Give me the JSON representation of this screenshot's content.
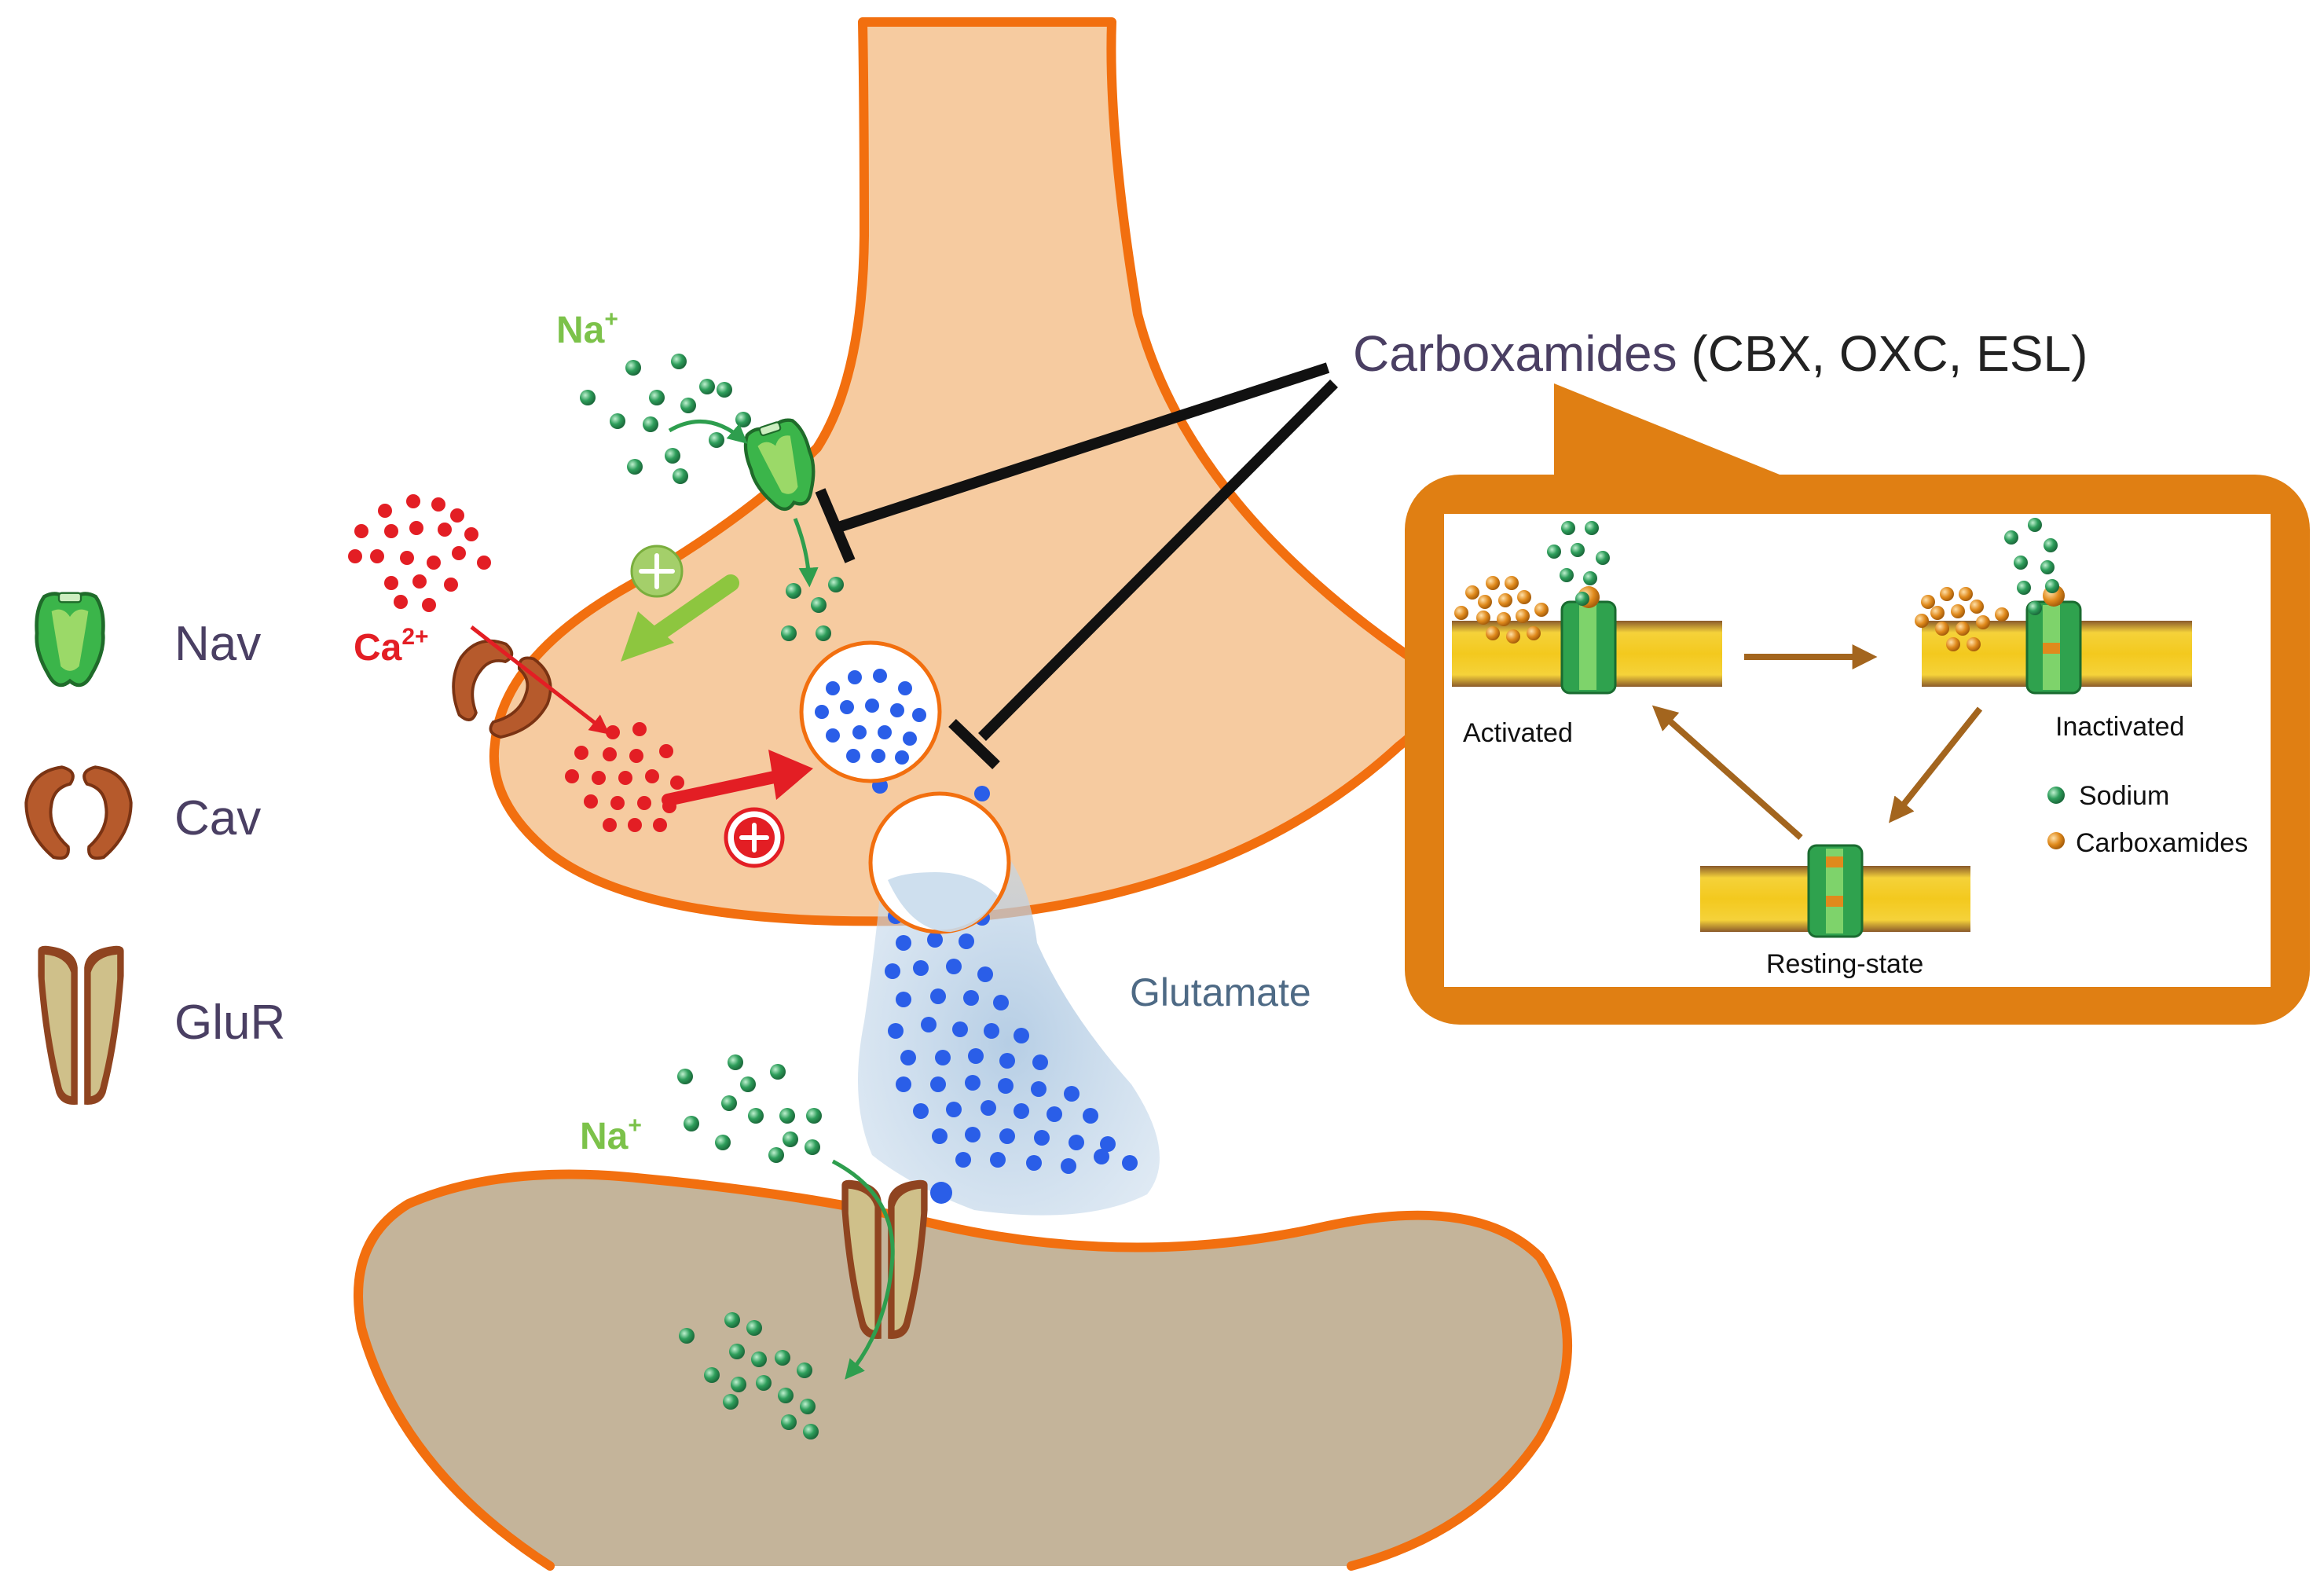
{
  "legend": {
    "nav_label": "Nav",
    "cav_label": "Cav",
    "glur_label": "GluR"
  },
  "labels": {
    "na_top": "Na",
    "na_top_sup": "+",
    "ca": "Ca",
    "ca_sup": "2+",
    "na_bottom": "Na",
    "na_bottom_sup": "+",
    "glutamate": "Glutamate",
    "title_main": "Carboxamides",
    "title_rest": " (CBX, OXC, ESL)"
  },
  "inset": {
    "activated": "Activated",
    "inactivated": "Inactivated",
    "resting": "Resting-state",
    "legend_sodium": "Sodium",
    "legend_carboxamides": "Carboxamides"
  },
  "colors": {
    "neuron_fill": "#f6cba0",
    "neuron_outline": "#f26f0f",
    "post_fill": "#c4b49a",
    "inset_frame": "#e07f13",
    "sodium": "#2e9e5b",
    "calcium": "#e31e24",
    "glutamate": "#2a5ee8",
    "glutamate_cloud": "#b9d0e6",
    "inhibit_bar": "#111111",
    "cycle_arrow": "#a3651e",
    "carboxamide": "#e08a1c"
  }
}
